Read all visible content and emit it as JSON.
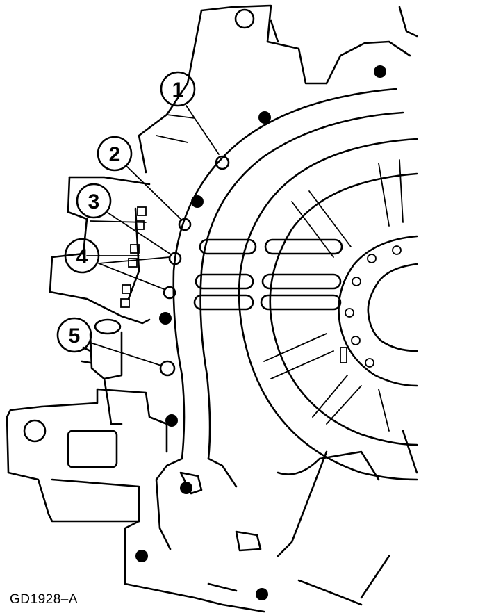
{
  "figure_code": "GD1928–A",
  "callouts": [
    {
      "id": "1",
      "label": "1"
    },
    {
      "id": "2",
      "label": "2"
    },
    {
      "id": "3",
      "label": "3"
    },
    {
      "id": "4",
      "label": "4"
    },
    {
      "id": "5",
      "label": "5"
    }
  ],
  "colors": {
    "line": "#000000",
    "background": "#ffffff"
  }
}
